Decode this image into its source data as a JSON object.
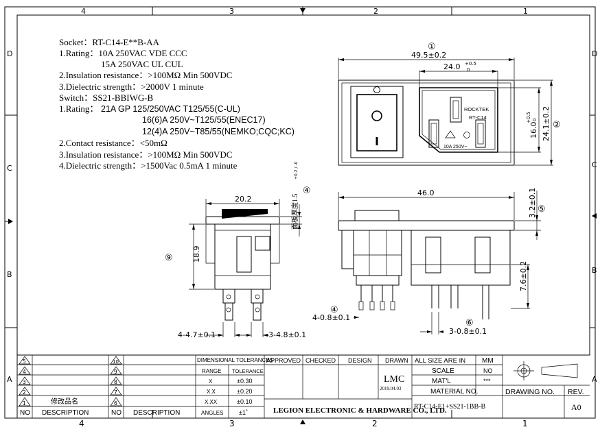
{
  "frame": {
    "top_zones": [
      "4",
      "3",
      "2",
      "1"
    ],
    "bottom_zones": [
      "4",
      "3",
      "2",
      "1"
    ],
    "left_zones": [
      "D",
      "C",
      "B",
      "A"
    ],
    "right_zones": [
      "D",
      "C",
      "B",
      "A"
    ]
  },
  "specs": {
    "socket_title": "Socket：RT-C14-E**B-AA",
    "socket_rating_1": "1.Rating：10A 250VAC   VDE  CCC",
    "socket_rating_2": "15A 250VAC     UL CUL",
    "socket_insulation": "2.Insulation resistance：>100MΩ  Min 500VDC",
    "socket_dielectric": "3.Dielectric strength：>2000V 1 minute",
    "switch_title": "Switch：SS21-BBIWG-B",
    "switch_rating_label": "1.Rating：",
    "switch_rating_1": "21A GP 125/250VAC T125/55(C-UL)",
    "switch_rating_2": "16(6)A 250V~T125/55(ENEC17)",
    "switch_rating_3": "12(4)A 250V~T85/55(NEMKO;CQC;KC)",
    "switch_contact": "2.Contact resistance：<50mΩ",
    "switch_insulation": "3.Insulation resistance：>100MΩ  Min 500VDC",
    "switch_dielectric": "4.Dielectric strength：>1500Vac 0.5mA 1 minute"
  },
  "dims": {
    "d1_marker": "①",
    "width_total": "49.5±0.2",
    "width_socket": "24.0",
    "width_socket_tol_top": "+0.5",
    "width_socket_tol_bot": "0",
    "height_socket": "16.0",
    "height_socket_tol_top": "+0.5",
    "height_socket_tol_bot": "0",
    "height_total": "24.1±0.2",
    "d2_marker": "②",
    "socket_brand": "ROCKTEK",
    "socket_model": "RT-C14",
    "socket_rating": "10A 250V~",
    "switch_width": "20.2",
    "switch_height": "18.9",
    "panel_label": "面板厚度1.5",
    "panel_tol": "+0.2 / -0",
    "d4_marker": "④",
    "d9_marker": "⑨",
    "side_width": "46.0",
    "side_top": "3.2±0.1",
    "d5_marker": "⑤",
    "side_height": "7.6±0.2",
    "pins_switch_left": "4-4.7±0.1",
    "pins_switch_right": "3-4.8±0.1",
    "pins_mid": "4-0.8±0.1",
    "pins_socket": "3-0.8±0.1",
    "d6_marker": "⑥",
    "d4b_marker": "④"
  },
  "titleblock": {
    "rev_left": [
      "5",
      "4",
      "3",
      "2",
      "1"
    ],
    "rev_right": [
      "10",
      "9",
      "8",
      "7",
      "6"
    ],
    "modify_label": "修改品名",
    "no_label": "NO",
    "desc_label": "DESCRIPTION",
    "dim_tol_title": "DIMENSIONAL TOLERANCES",
    "range_label": "RANGE",
    "tolerance_label": "TOLERANCE",
    "tol_rows": [
      {
        "range": "X",
        "tol": "±0.30"
      },
      {
        "range": "X.X",
        "tol": "±0.20"
      },
      {
        "range": "X.XX",
        "tol": "±0.10"
      },
      {
        "range": "ANGLES",
        "tol": "±1˚"
      }
    ],
    "approved": "APPROVED",
    "checked": "CHECKED",
    "design": "DESIGN",
    "drawn": "DRAWN",
    "drawn_by": "LMC",
    "drawn_date": "2019.04.03",
    "all_size_label": "ALL SIZE ARE IN",
    "all_size_value": "MM",
    "scale_label": "SCALE",
    "scale_value": "NO",
    "matl_label": "MAT'L",
    "matl_value": "***",
    "material_no_label": "MATERIAL NO.",
    "material_no_value": "RT-C14-E1+SS21-1BB-B",
    "drawing_no_label": "DRAWING NO.",
    "rev_label": "REV.",
    "rev_value": "A0",
    "company": "LEGION ELECTRONIC & HARDWARE CO., LTD."
  }
}
